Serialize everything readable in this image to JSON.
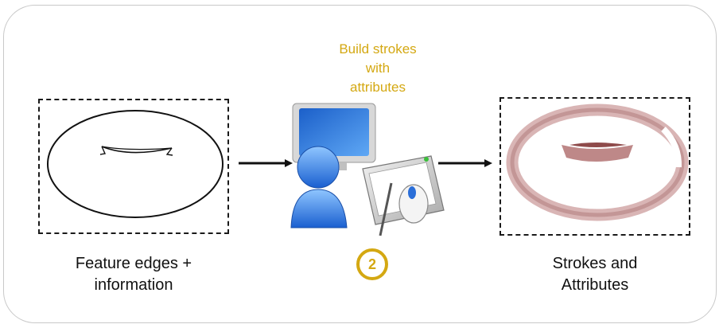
{
  "steps": {
    "input_caption_line1": "Feature edges +",
    "input_caption_line2": "information",
    "process_title_line1": "Build strokes",
    "process_title_line2": "with",
    "process_title_line3": "attributes",
    "process_badge": "2",
    "output_caption_line1": "Strokes and",
    "output_caption_line2": "Attributes"
  },
  "colors": {
    "accent": "#d4a812",
    "stroke_pink": "#c9a0a0",
    "stroke_dark": "#8e4a4a",
    "frame": "#c9c9c9"
  },
  "icons": {
    "input": "torus-feature-edges-icon",
    "process": "user-computer-tablet-icon",
    "output": "stroked-torus-icon"
  }
}
